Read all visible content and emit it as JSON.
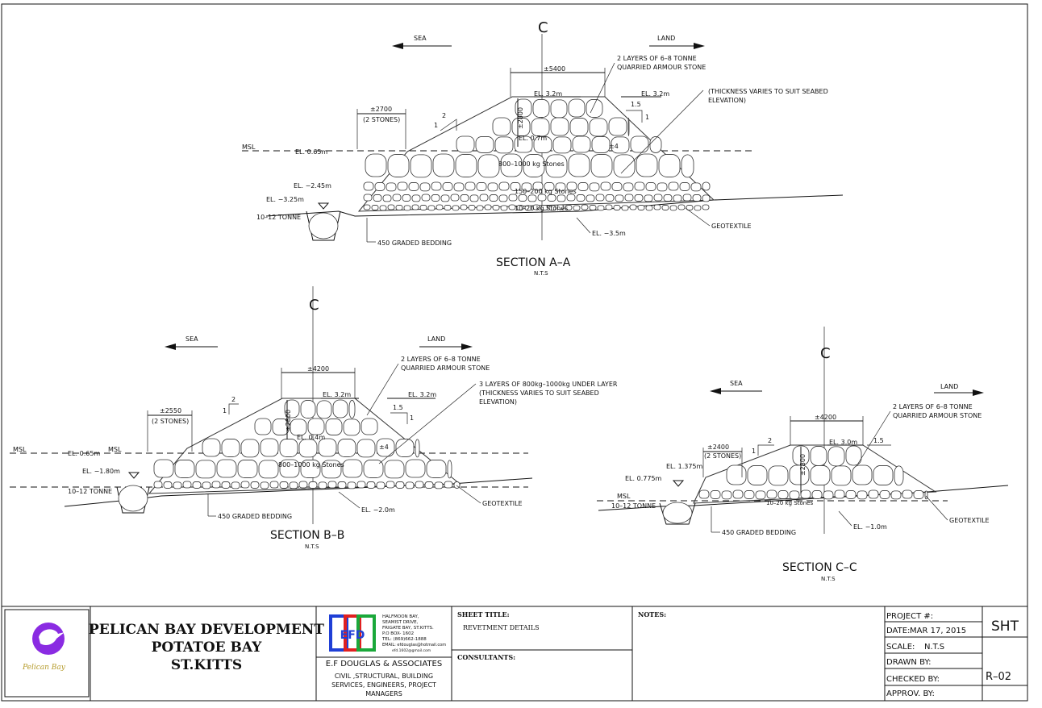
{
  "sections": {
    "aa": {
      "title": "SECTION A–A",
      "scale": "N.T.S",
      "centerline": "C",
      "sea": "SEA",
      "land": "LAND",
      "crest_width": "±5400",
      "crest_el_left": "EL. 3.2m",
      "crest_el_right": "EL. 3.2m",
      "armour_note_1": "2 LAYERS OF 6–8 TONNE",
      "armour_note_2": "QUARRIED ARMOUR STONE",
      "thickness_note_1": "(THICKNESS VARIES TO SUIT SEABED",
      "thickness_note_2": "ELEVATION)",
      "toe_width": "±2700",
      "toe_stones": "(2 STONES)",
      "slope_left_h": "2",
      "slope_left_v": "1",
      "slope_right_h": "1.5",
      "slope_right_v": "1",
      "msl": "MSL",
      "el_msl": "EL. 0.65m",
      "el_core": "EL. 0.7m",
      "dim_small": "±4",
      "el_toe": "EL. −2.45m",
      "el_toe2": "EL. −3.25m",
      "toe_stone": "10–12 TONNE",
      "height": "±2800",
      "underlayer": "800–1000 kg Stones",
      "core": "150–200 kg Stones",
      "filter": "10–20 kg Stones",
      "bedding": "450 GRADED BEDDING",
      "geotextile": "GEOTEXTILE",
      "el_bottom": "EL. −3.5m"
    },
    "bb": {
      "title": "SECTION B–B",
      "scale": "N.T.S",
      "centerline": "C",
      "sea": "SEA",
      "land": "LAND",
      "crest_width": "±4200",
      "crest_el_left": "EL. 3.2m",
      "crest_el_right": "EL. 3.2m",
      "armour_note_1": "2 LAYERS OF 6–8 TONNE",
      "armour_note_2": "QUARRIED ARMOUR STONE",
      "under_note_1": "3 LAYERS OF 800kg–1000kg UNDER LAYER",
      "under_note_2": "(THICKNESS VARIES TO SUIT SEABED",
      "under_note_3": "ELEVATION)",
      "toe_width": "±2550",
      "toe_stones": "(2 STONES)",
      "slope_left_h": "2",
      "slope_left_v": "1",
      "slope_right_h": "1.5",
      "slope_right_v": "1",
      "msl": "MSL",
      "msl2": "MSL",
      "el_msl": "EL. 0.65m",
      "el_core": "EL. 0.4m",
      "dim_small": "±4",
      "el_toe": "EL. −1.80m",
      "toe_stone": "10–12 TONNE",
      "height": "±2800",
      "underlayer": "800–1000 kg Stones",
      "bedding": "450 GRADED BEDDING",
      "geotextile": "GEOTEXTILE",
      "el_bottom": "EL. −2.0m"
    },
    "cc": {
      "title": "SECTION C–C",
      "scale": "N.T.S",
      "centerline": "C",
      "sea": "SEA",
      "land": "LAND",
      "crest_width": "±4200",
      "crest_el": "EL. 3.0m",
      "armour_note_1": "2 LAYERS OF 6–8 TONNE",
      "armour_note_2": "QUARRIED ARMOUR STONE",
      "toe_width": "±2400",
      "toe_stones": "(2 STONES)",
      "slope_left_h": "2",
      "slope_left_v": "1",
      "slope_right_h": "1.5",
      "el_toe": "EL. 1.375m",
      "el_toe2": "EL. 0.775m",
      "msl": "MSL",
      "toe_stone": "10–12 TONNE",
      "height": "±2800",
      "filter": "10–20 kg Stones",
      "bedding": "450 GRADED BEDDING",
      "geotextile": "GEOTEXTILE",
      "el_bottom": "EL. −1.0m"
    }
  },
  "title_block": {
    "project_1": "PELICAN BAY DEVELOPMENT",
    "project_2": "POTATOE BAY",
    "project_3": "ST.KITTS",
    "firm_logo": "EFD",
    "firm_addr": [
      "HALFMOON BAY,",
      "SEAMIST DRIVE,",
      "FRIGATE BAY, ST.KITTS.",
      "P.O BOX- 1602",
      "TEL: (869)662-1888",
      "EMAIL: efdouglas@hotmail.com",
      "efd.1602@gmail.com"
    ],
    "firm_name": "E.F DOUGLAS & ASSOCIATES",
    "firm_desc_1": "CIVIL ,STRUCTURAL, BUILDING",
    "firm_desc_2": "SERVICES, ENGINEERS, PROJECT",
    "firm_desc_3": "MANAGERS",
    "sheet_title_label": "SHEET TITLE:",
    "sheet_title": "REVETMENT DETAILS",
    "consultants_label": "CONSULTANTS:",
    "notes_label": "NOTES:",
    "project_no_label": "PROJECT #:",
    "date_label": "DATE:",
    "date_value": "MAR 17, 2015",
    "scale_label": "SCALE:",
    "scale_value": "N.T.S",
    "drawn_label": "DRAWN BY:",
    "checked_label": "CHECKED BY:",
    "approv_label": "APPROV. BY:",
    "sht_label": "SHT",
    "sheet_no": "R–02"
  },
  "colors": {
    "logo_purple": "#8a2be2",
    "logo_blue": "#1f3fd6",
    "logo_red": "#e02020",
    "logo_green": "#1aa83a",
    "line": "#111111"
  }
}
